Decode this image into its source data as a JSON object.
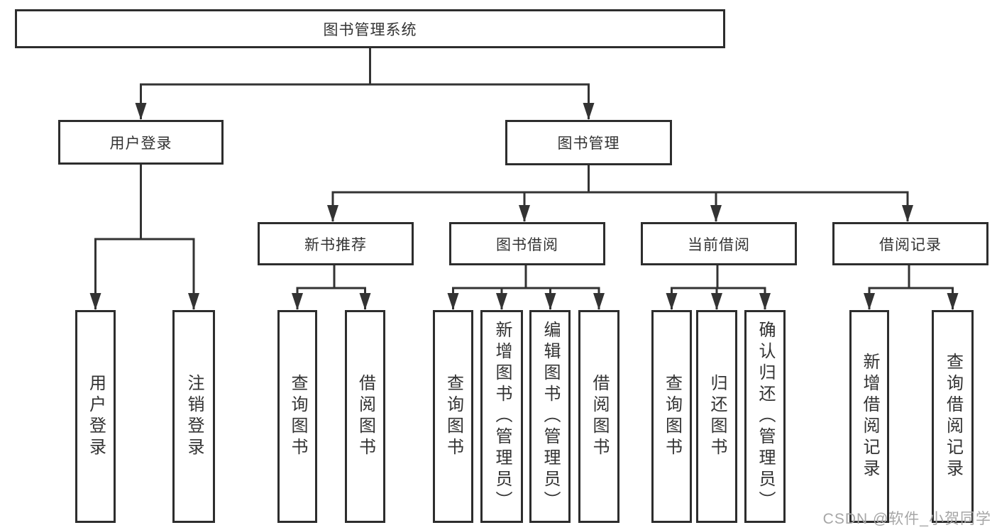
{
  "diagram_title": "图书管理系统",
  "tree": {
    "root": {
      "label": "图书管理系统"
    },
    "branches": [
      {
        "label": "用户登录",
        "children": [
          {
            "label": "用户登录"
          },
          {
            "label": "注销登录"
          }
        ]
      },
      {
        "label": "图书管理",
        "children": [
          {
            "label": "新书推荐",
            "children": [
              {
                "label": "查询图书"
              },
              {
                "label": "借阅图书"
              }
            ]
          },
          {
            "label": "图书借阅",
            "children": [
              {
                "label": "查询图书"
              },
              {
                "label": "新增图书（管理员）"
              },
              {
                "label": "编辑图书（管理员）"
              },
              {
                "label": "借阅图书"
              }
            ]
          },
          {
            "label": "当前借阅",
            "children": [
              {
                "label": "查询图书"
              },
              {
                "label": "归还图书"
              },
              {
                "label": "确认归还（管理员）"
              }
            ]
          },
          {
            "label": "借阅记录",
            "children": [
              {
                "label": "新增借阅记录"
              },
              {
                "label": "查询借阅记录"
              }
            ]
          }
        ]
      }
    ]
  },
  "watermark": "CSDN @软件_小贺同学",
  "colors": {
    "line": "#333333",
    "box_border": "#2d2d2d",
    "text": "#333333",
    "watermark": "#a6a6a6",
    "background": "#ffffff"
  }
}
